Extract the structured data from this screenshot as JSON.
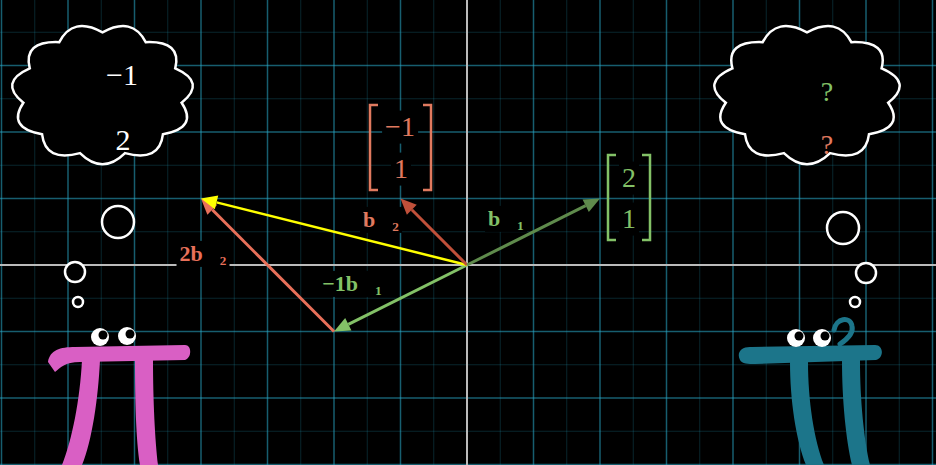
{
  "diagram": {
    "nodes": [
      {
        "text": [
          "−1",
          "2"
        ]
      },
      {
        "text": [
          "?",
          "?"
        ]
      }
    ],
    "labels": [
      "−1",
      "1",
      "b⃗₂",
      "2",
      "1",
      "b⃗₁",
      "2b⃗₂",
      "−1b⃗₁"
    ]
  }
}
